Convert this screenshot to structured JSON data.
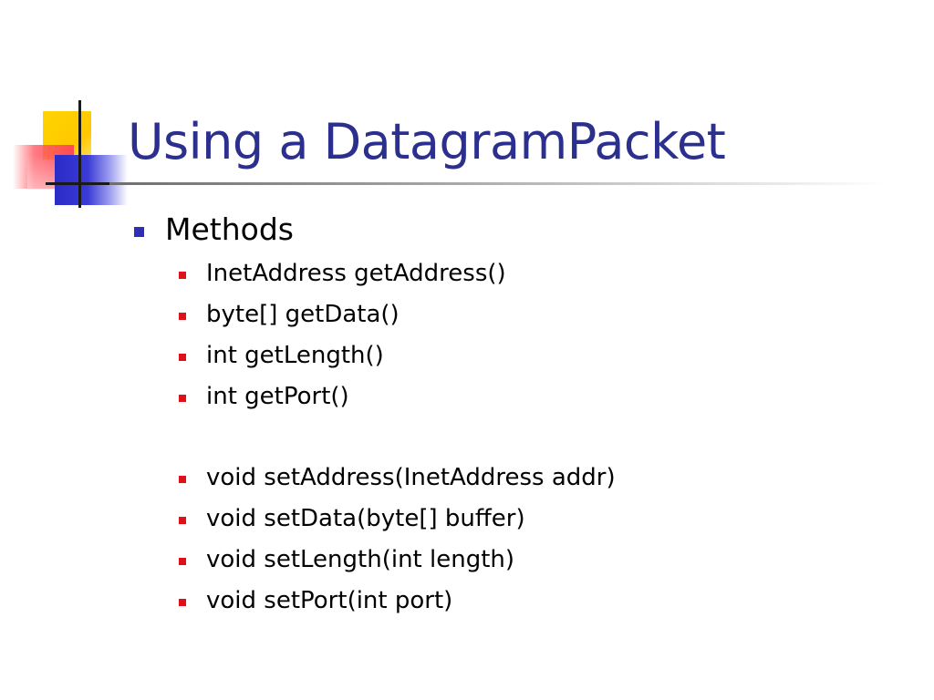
{
  "slide": {
    "title": "Using a DatagramPacket",
    "bullet": "Methods",
    "getters": [
      "InetAddress getAddress()",
      "byte[] getData()",
      "int getLength()",
      "int getPort()"
    ],
    "setters": [
      "void setAddress(InetAddress addr)",
      "void setData(byte[] buffer)",
      "void setLength(int length)",
      "void setPort(int port)"
    ]
  },
  "colors": {
    "title": "#2b2f8e",
    "level1_bullet": "#2e2eb8",
    "level2_bullet": "#e0101a",
    "logo_yellow": "#ffd400",
    "logo_red": "#ff4a55",
    "logo_blue": "#2a2cc8"
  }
}
